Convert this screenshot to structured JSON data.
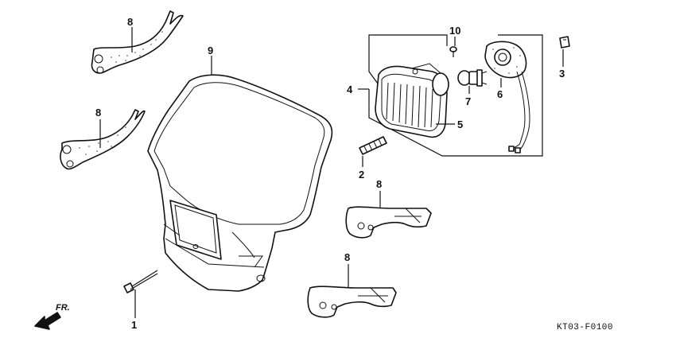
{
  "callouts": [
    {
      "id": "c8a",
      "label": "8"
    },
    {
      "id": "c8b",
      "label": "8"
    },
    {
      "id": "c9",
      "label": "9"
    },
    {
      "id": "c10",
      "label": "10"
    },
    {
      "id": "c3",
      "label": "3"
    },
    {
      "id": "c4",
      "label": "4"
    },
    {
      "id": "c7",
      "label": "7"
    },
    {
      "id": "c6",
      "label": "6"
    },
    {
      "id": "c5",
      "label": "5"
    },
    {
      "id": "c2",
      "label": "2"
    },
    {
      "id": "c8c",
      "label": "8"
    },
    {
      "id": "c8d",
      "label": "8"
    },
    {
      "id": "c1",
      "label": "1"
    }
  ],
  "direction_label": "FR.",
  "diagram_code": "KT03-F0100"
}
